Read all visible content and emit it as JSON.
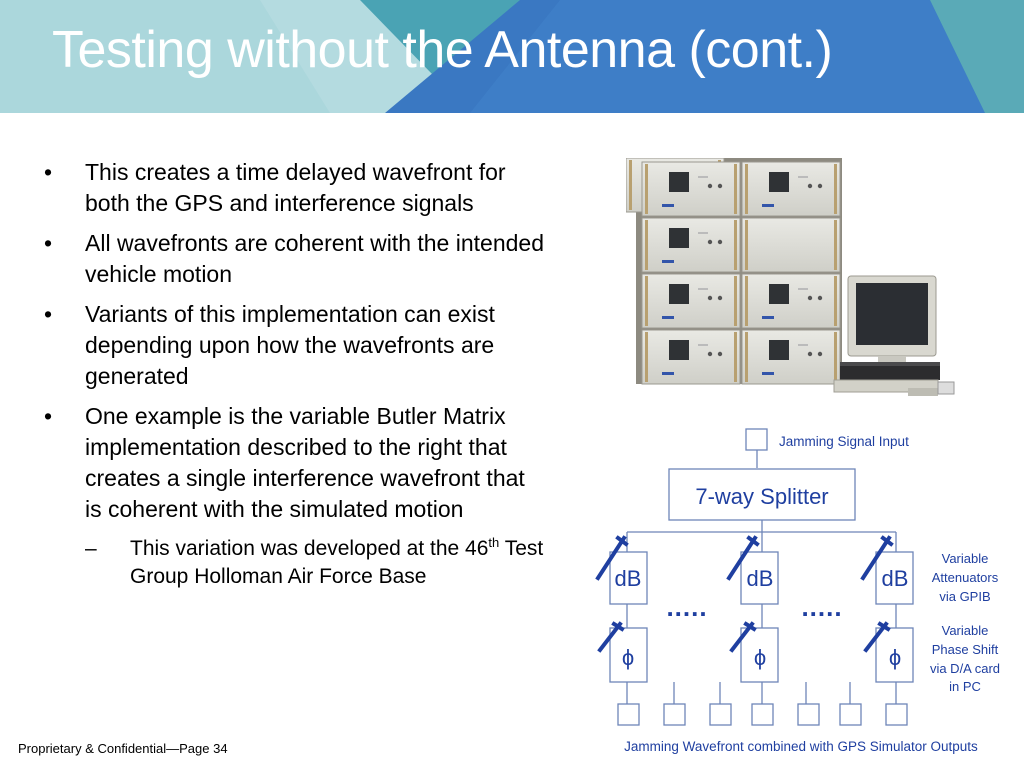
{
  "slide": {
    "title": "Testing without the Antenna (cont.)",
    "bullet_symbol": "•",
    "sub_bullet_symbol": "–",
    "bullets": [
      {
        "text": "This creates a time delayed wavefront for both the GPS and interference signals"
      },
      {
        "text": "All wavefronts are coherent with the intended vehicle motion"
      },
      {
        "text": "Variants of this implementation can exist depending upon how the wavefronts are generated"
      },
      {
        "text": "One example is the variable Butler Matrix implementation described to the right that creates a single interference wavefront that is coherent with the simulated motion"
      }
    ],
    "sub_bullet": {
      "prefix": "This variation was developed at the 46",
      "superscript": "th",
      "suffix": " Test Group Holloman Air Force Base"
    },
    "footer": "Proprietary & Confidential—Page 34"
  },
  "diagram": {
    "input_label": "Jamming Signal Input",
    "splitter_label": "7-way Splitter",
    "attenuator_label": "dB",
    "phase_label": "ϕ",
    "ellipsis": ".....",
    "attenuator_note": [
      "Variable",
      "Attenuators",
      "via GPIB"
    ],
    "phase_note": [
      "Variable",
      "Phase Shift",
      "via D/A card",
      "in PC"
    ],
    "output_label": "Jamming Wavefront combined with GPS Simulator Outputs"
  },
  "colors": {
    "header_dark": "#4a9fb0",
    "header_blue": "#3d7cc4",
    "header_light": "#bfe0e4",
    "diagram_blue": "#1f3fa0",
    "diagram_line": "#6e85b8"
  }
}
